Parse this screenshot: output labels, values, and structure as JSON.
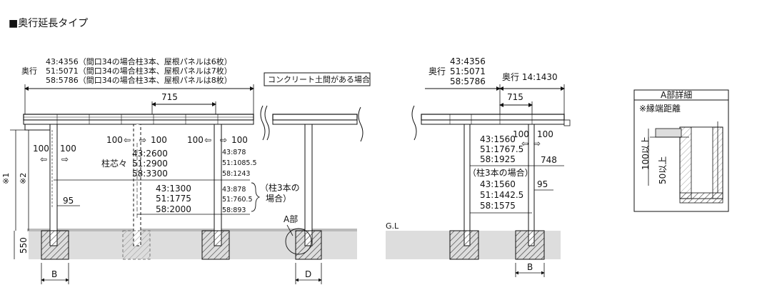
{
  "title": "■奥行延長タイプ",
  "left": {
    "depth_prefix": "奥行",
    "depth_lines": [
      "43:4356（間口34の場合柱3本、屋根パネルは6枚）",
      "51:5071（間口34の場合柱3本、屋根パネルは7枚）",
      "58:5786（間口34の場合柱3本、屋根パネルは8枚）"
    ],
    "concrete_note": "コンクリート土間がある場合",
    "overhang": "715",
    "dim_100_l1": "100",
    "dim_100_r1": "100",
    "dim_100_l2": "100",
    "dim_100_r2": "100",
    "dim_100_l3": "100",
    "dim_100_r3": "100",
    "pitch_label": "柱芯々",
    "pitch_lines": [
      "43:2600",
      "51:2900",
      "58:3300"
    ],
    "right_lines": [
      "43:878",
      "51:1085.5",
      "58:1243"
    ],
    "mid_lines": [
      "43:1300",
      "51:1775",
      "58:2000"
    ],
    "mid_right_lines": [
      "43:878",
      "51:760.5",
      "58:893"
    ],
    "three_post_note_1": "（柱3本の",
    "three_post_note_2": "場合）",
    "base_95": "95",
    "mark1": "※1",
    "mark2": "※2",
    "ground_depth": "550",
    "label_B": "B",
    "label_D": "D",
    "part_A": "A部"
  },
  "side": {
    "gl": "G.L",
    "depth_prefix": "奥行",
    "depth_lines": [
      "43:4356",
      "51:5071",
      "58:5786"
    ],
    "ext_label": "奥行 14:1430",
    "overhang": "715",
    "dim_100_l": "100",
    "dim_100_r": "100",
    "lines_a": [
      "43:1560",
      "51:1767.5",
      "58:1925"
    ],
    "dim_748": "748",
    "three_post": "（柱3本の場合）",
    "lines_b": [
      "43:1560",
      "51:1442.5",
      "58:1575"
    ],
    "base_95": "95",
    "label_B": "B"
  },
  "detail": {
    "title": "A部詳細",
    "edge_note": "※縁端距離",
    "min_100": "100以上",
    "min_50": "50以上"
  }
}
